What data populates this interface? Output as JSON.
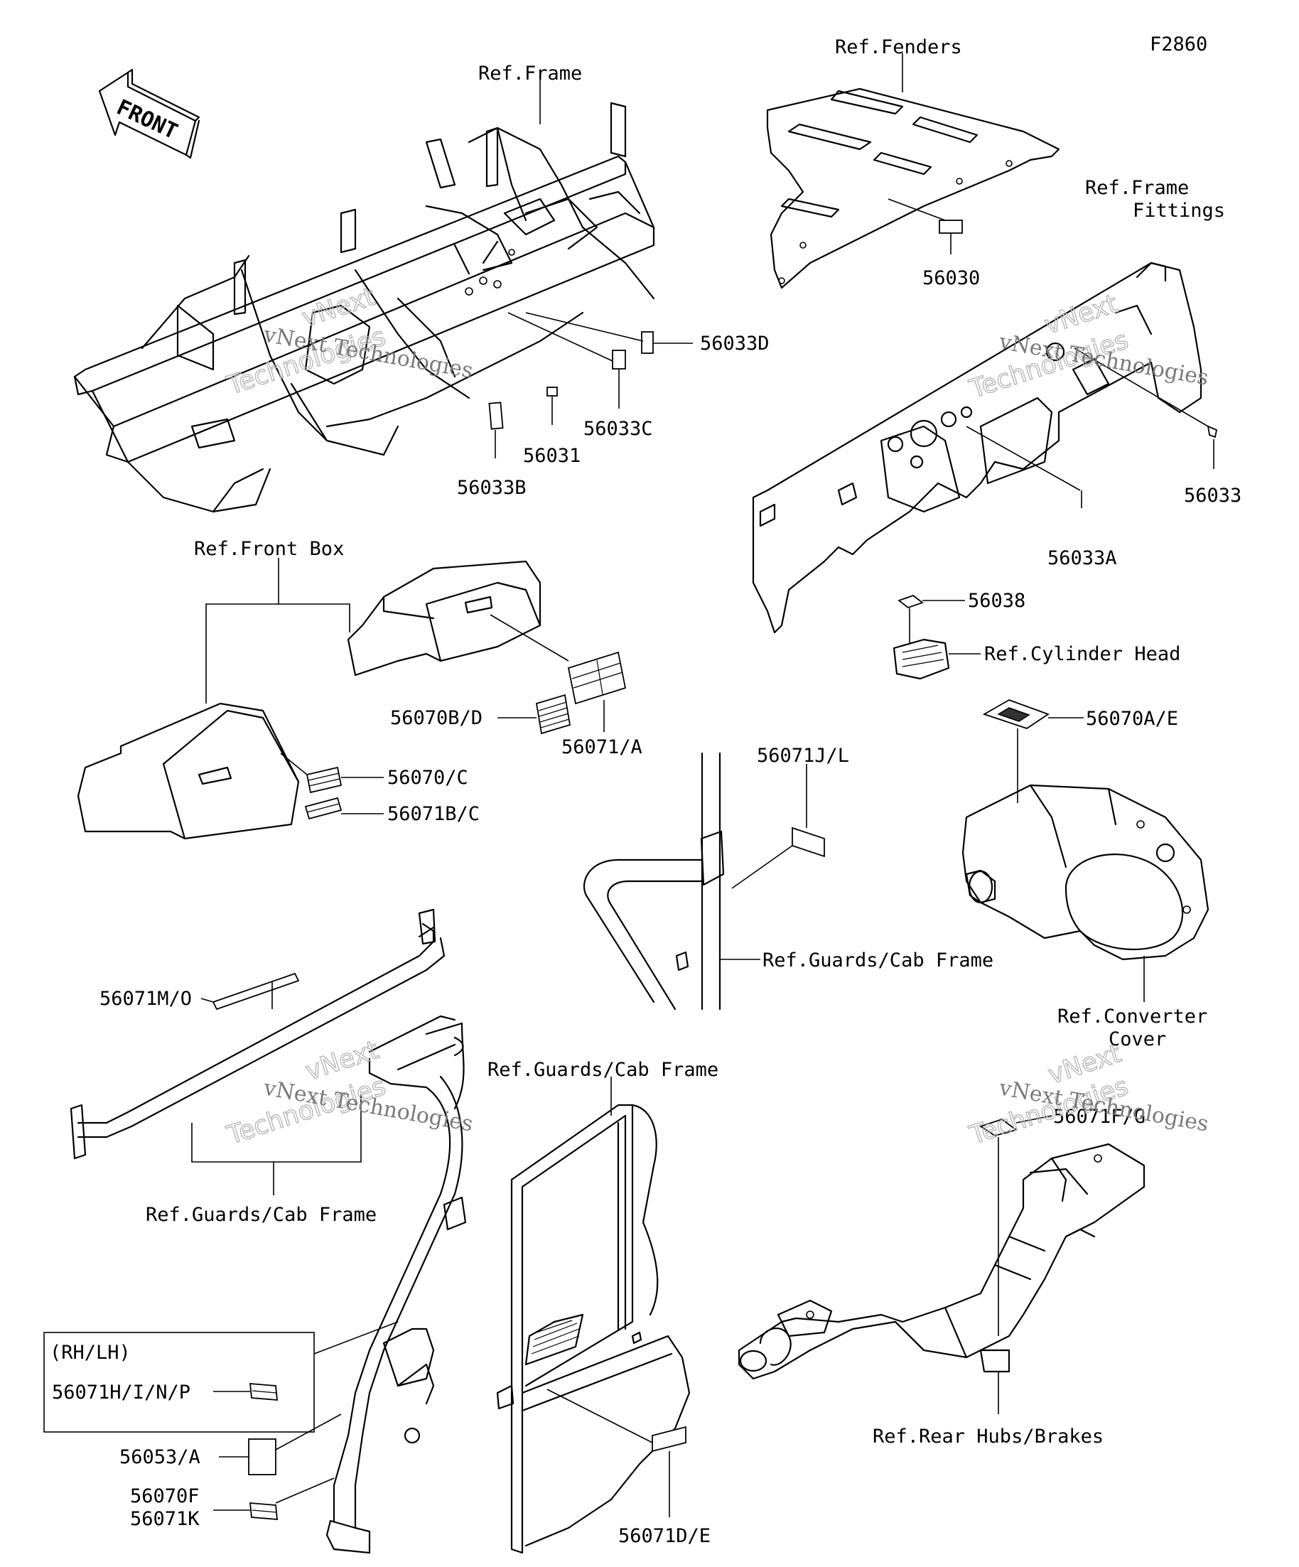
{
  "figure_id": "F2860",
  "front_arrow": "FRONT",
  "watermark": {
    "line1": "vNext",
    "line2": "Technologies",
    "caption": "vNext Technologies"
  },
  "labels": {
    "ref_frame": "Ref.Frame",
    "ref_fenders": "Ref.Fenders",
    "ref_frame_fittings_1": "Ref.Frame",
    "ref_frame_fittings_2": "Fittings",
    "ref_front_box": "Ref.Front Box",
    "ref_cylinder_head": "Ref.Cylinder Head",
    "ref_guards_cab_frame_mid": "Ref.Guards/Cab Frame",
    "ref_converter_cover_1": "Ref.Converter",
    "ref_converter_cover_2": "Cover",
    "ref_guards_cab_frame_door": "Ref.Guards/Cab Frame",
    "ref_guards_cab_frame_left": "Ref.Guards/Cab Frame",
    "ref_rear_hubs_brakes": "Ref.Rear Hubs/Brakes",
    "rh_lh": "(RH/LH)"
  },
  "parts": [
    {
      "id": "p56030",
      "number": "56030"
    },
    {
      "id": "p56033D",
      "number": "56033D"
    },
    {
      "id": "p56033C",
      "number": "56033C"
    },
    {
      "id": "p56031",
      "number": "56031"
    },
    {
      "id": "p56033B",
      "number": "56033B"
    },
    {
      "id": "p56033",
      "number": "56033"
    },
    {
      "id": "p56033A",
      "number": "56033A"
    },
    {
      "id": "p56038",
      "number": "56038"
    },
    {
      "id": "p56070BD",
      "number": "56070B/D"
    },
    {
      "id": "p56071A",
      "number": "56071/A"
    },
    {
      "id": "p56070C",
      "number": "56070/C"
    },
    {
      "id": "p56071BC",
      "number": "56071B/C"
    },
    {
      "id": "p56070AE",
      "number": "56070A/E"
    },
    {
      "id": "p56071JL",
      "number": "56071J/L"
    },
    {
      "id": "p56071MO",
      "number": "56071M/O"
    },
    {
      "id": "p56071FG",
      "number": "56071F/G"
    },
    {
      "id": "p56071HINP",
      "number": "56071H/I/N/P"
    },
    {
      "id": "p56053A",
      "number": "56053/A"
    },
    {
      "id": "p56070F",
      "number": "56070F"
    },
    {
      "id": "p56071K",
      "number": "56071K"
    },
    {
      "id": "p56071DE",
      "number": "56071D/E"
    }
  ]
}
